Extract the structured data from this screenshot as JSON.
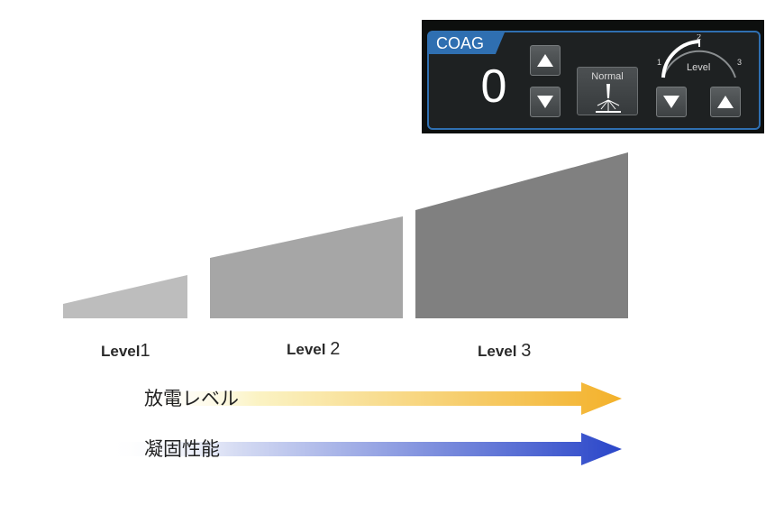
{
  "panel": {
    "mode_label": "COAG",
    "value": "0",
    "normal_label": "Normal",
    "gauge": {
      "title": "Level",
      "ticks": [
        "1",
        "2",
        "3"
      ],
      "current_level": 2
    }
  },
  "levels": [
    {
      "prefix": "Level",
      "number": "1"
    },
    {
      "prefix": "Level",
      "number": "2"
    },
    {
      "prefix": "Level",
      "number": "3"
    }
  ],
  "arrows": {
    "discharge": {
      "label": "放電レベル",
      "color": "#f3b12a"
    },
    "coagulation": {
      "label": "凝固性能",
      "color": "#2a46c9"
    }
  },
  "colors": {
    "panel_accent": "#2f6fb1",
    "level1": "#bdbdbd",
    "level2": "#a6a6a6",
    "level3": "#808080"
  }
}
